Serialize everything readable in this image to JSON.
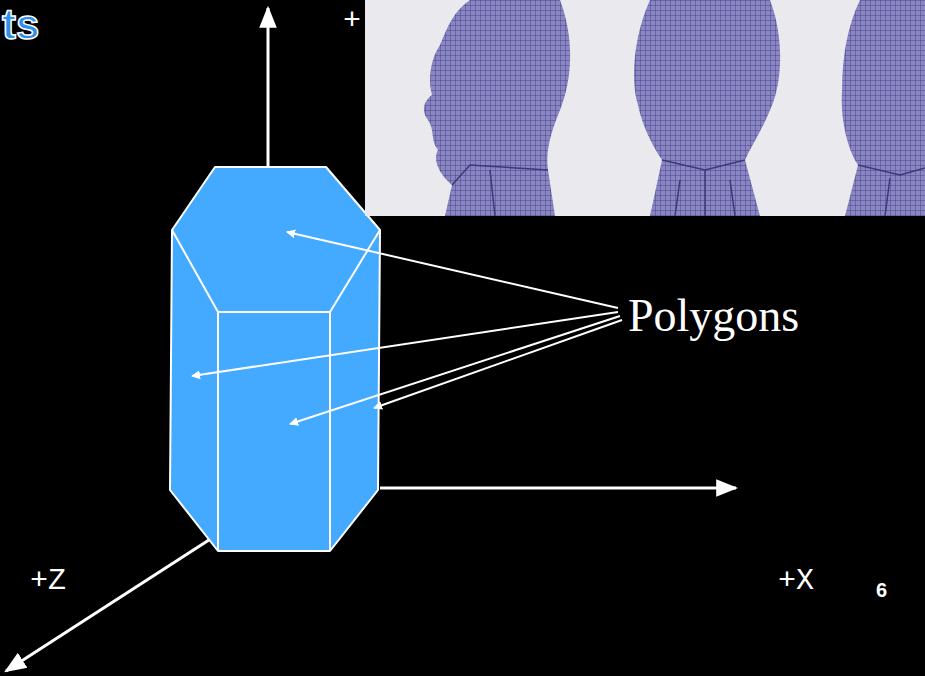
{
  "diagram": {
    "labels": [
      "ts",
      "+",
      "Polygons",
      "+Z",
      "+X",
      "6"
    ]
  }
}
